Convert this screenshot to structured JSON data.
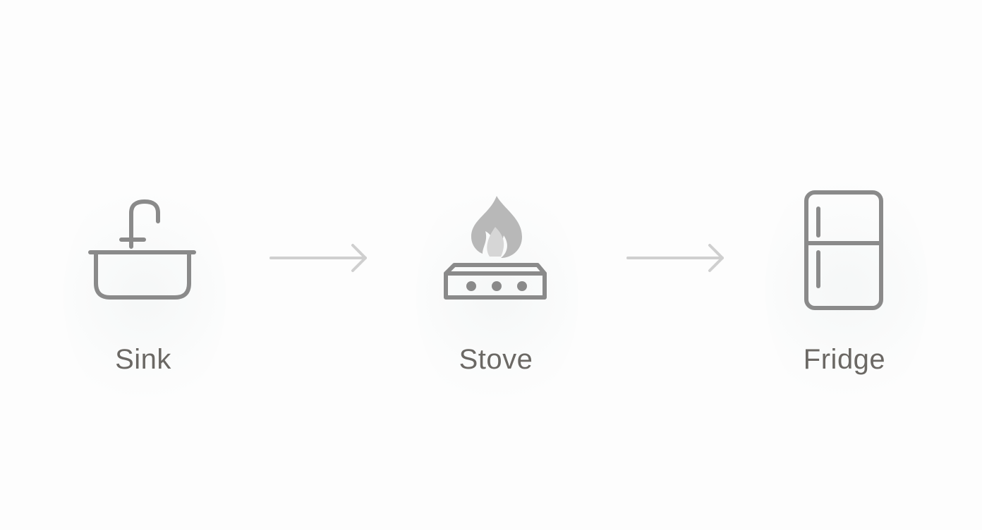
{
  "flow": {
    "steps": [
      {
        "label": "Sink",
        "icon": "sink-icon"
      },
      {
        "label": "Stove",
        "icon": "stove-icon"
      },
      {
        "label": "Fridge",
        "icon": "fridge-icon"
      }
    ],
    "connectors": [
      "arrow-right-icon",
      "arrow-right-icon"
    ]
  },
  "colors": {
    "background": "#fdfdfd",
    "icon_stroke": "#8a8a8a",
    "flame_outer": "#b8b8b8",
    "flame_inner": "#d3d3d3",
    "arrow": "#cfcfcf",
    "label": "#6b6864"
  }
}
